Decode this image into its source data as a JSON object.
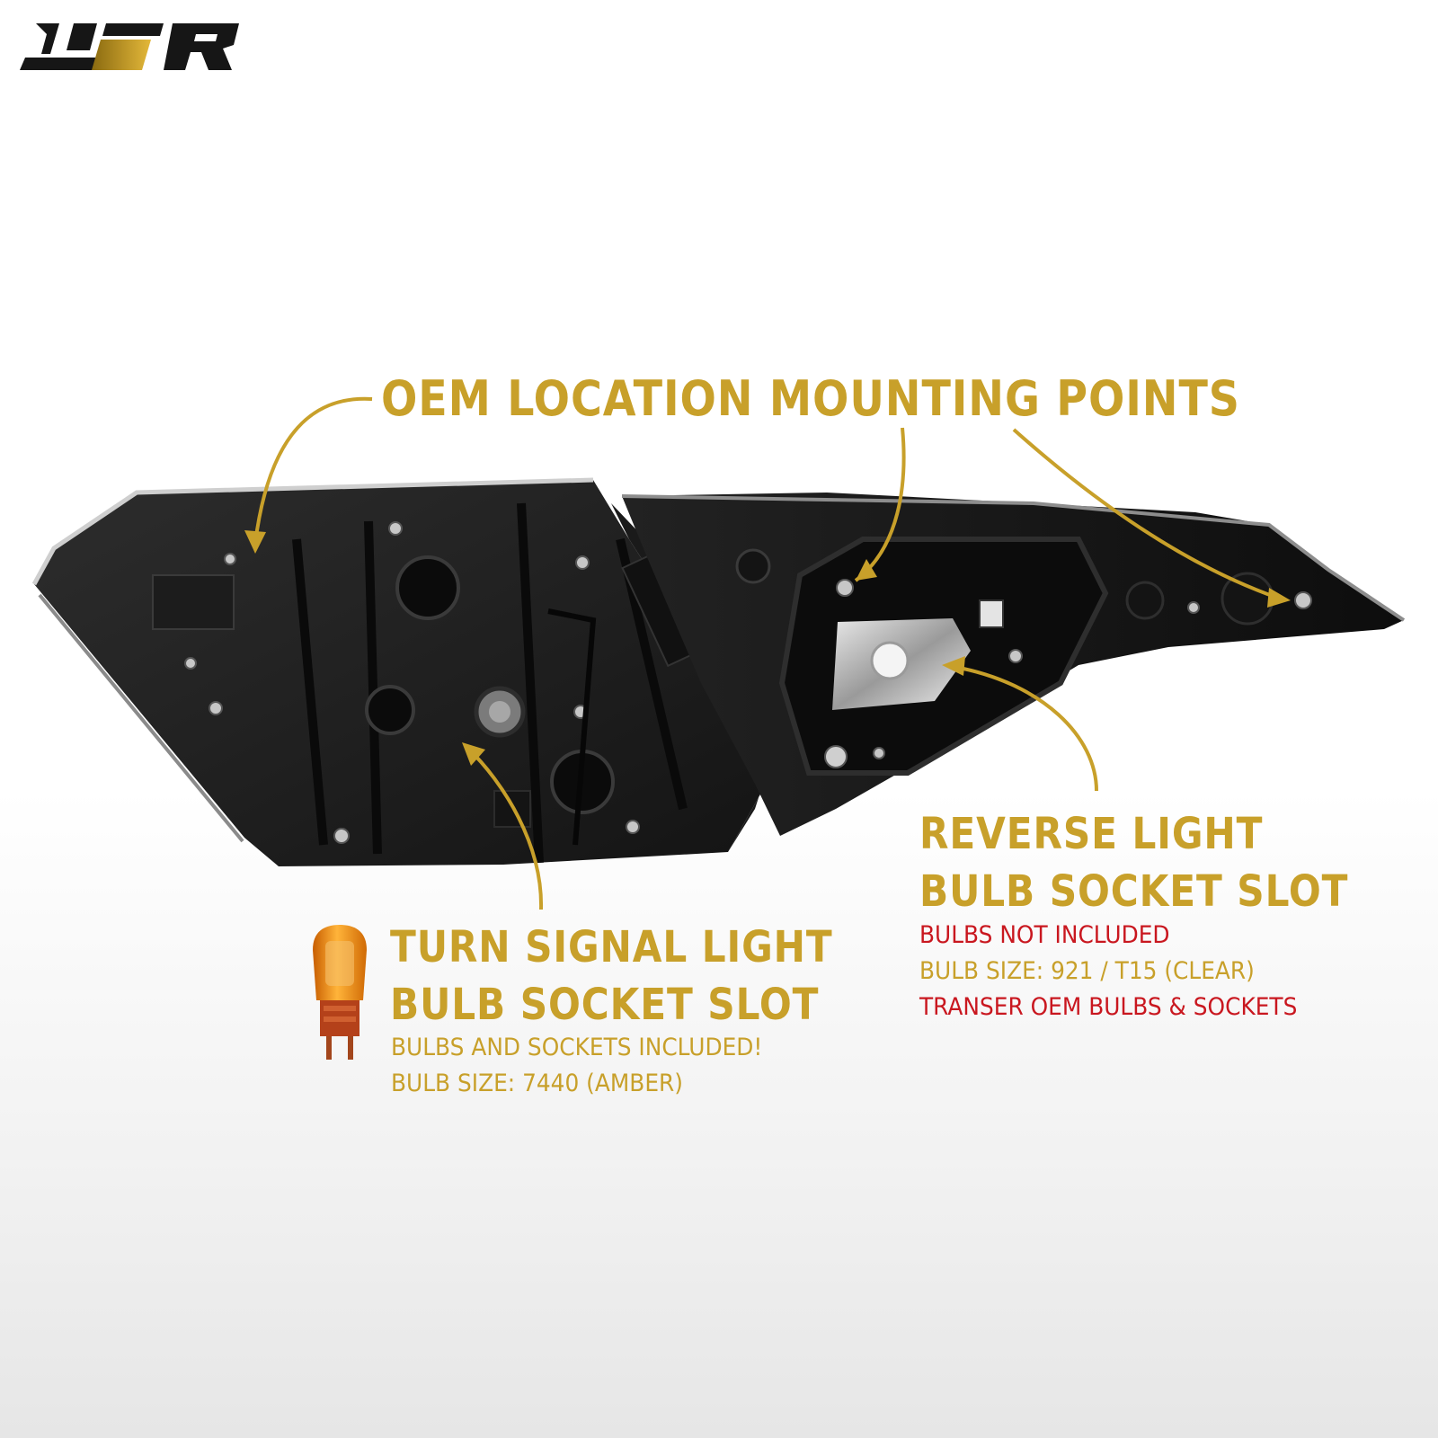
{
  "brand": {
    "logo_text": "USR",
    "logo_icon": "usr-logo-icon",
    "colors": {
      "gold": "#c8a02a",
      "black": "#161616",
      "red": "#c9171f"
    }
  },
  "labels": {
    "oem_mounting": "OEM LOCATION MOUNTING POINTS",
    "turn_signal": {
      "title_line1": "TURN SIGNAL LIGHT",
      "title_line2": "BULB SOCKET SLOT",
      "note1": "BULBS AND SOCKETS INCLUDED!",
      "note2": "BULB SIZE: 7440 (AMBER)"
    },
    "reverse": {
      "title_line1": "REVERSE LIGHT",
      "title_line2": "BULB SOCKET SLOT",
      "note1": "BULBS NOT INCLUDED",
      "note2": "BULB SIZE: 921 / T15 (CLEAR)",
      "note3": "TRANSER OEM BULBS & SOCKETS"
    }
  },
  "icons": {
    "tail_light": "tail-light-assembly-image",
    "amber_bulb": "amber-bulb-icon",
    "arrows": "callout-arrow-icon"
  }
}
